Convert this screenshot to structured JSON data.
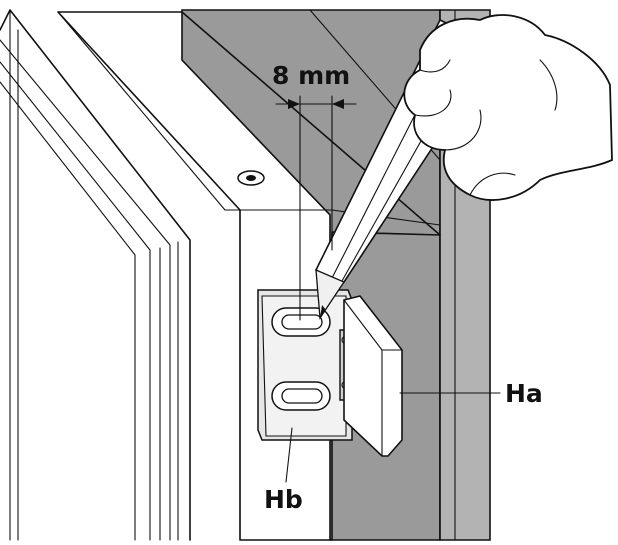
{
  "labels": {
    "dimension": "8 mm",
    "hinge_a": "Ha",
    "hinge_b": "Hb"
  },
  "colors": {
    "line": "#111111",
    "cabinet_side": "#9a9a9a",
    "cabinet_edge": "#b3b3b3",
    "panel": "#ffffff"
  }
}
